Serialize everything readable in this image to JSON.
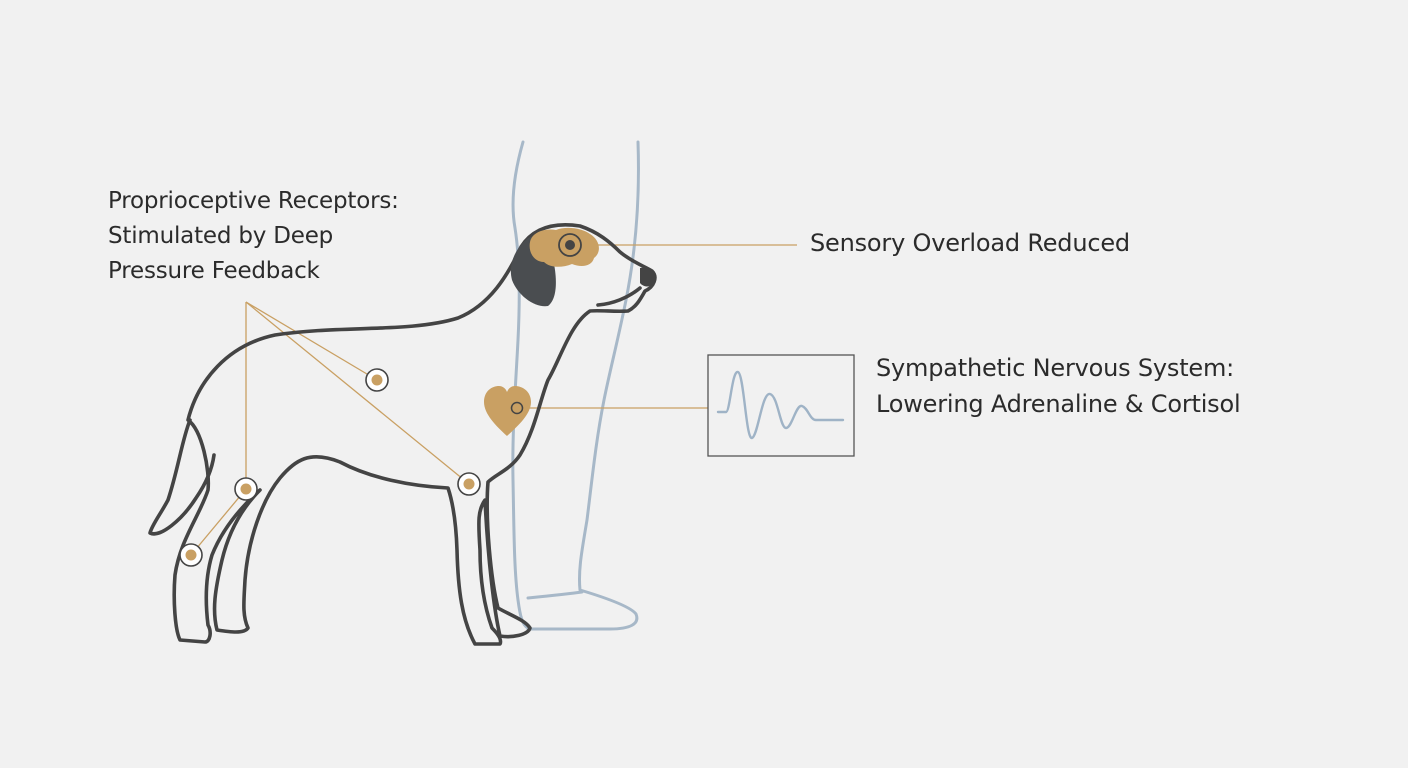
{
  "labels": {
    "proprioceptive": {
      "lines": [
        "Proprioceptive Receptors:",
        "Stimulated by Deep",
        "Pressure Feedback"
      ]
    },
    "sensory": {
      "text": "Sensory Overload Reduced"
    },
    "sympathetic": {
      "lines": [
        "Sympathetic Nervous System:",
        "Lowering Adrenaline & Cortisol"
      ]
    }
  },
  "colors": {
    "background": "#f1f1f1",
    "dog_outline": "#444444",
    "ear": "#4a4d50",
    "accent": "#c9a063",
    "human_leg": "#a7b8c8",
    "waveform": "#9fb3c6",
    "text": "#2b2b2b"
  },
  "icons": [
    "heart-icon",
    "brain-icon",
    "receptor-marker",
    "waveform-graph"
  ]
}
